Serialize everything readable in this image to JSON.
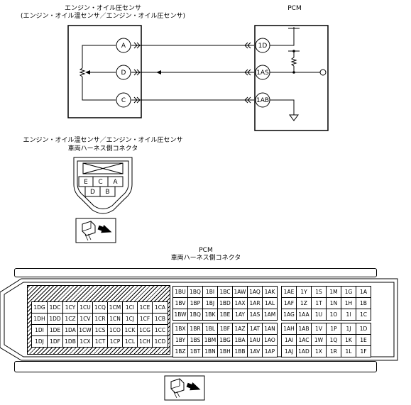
{
  "sensor": {
    "title_line1": "エンジン・オイル圧センサ",
    "title_line2": "(エンジン・オイル温センサ／エンジン・オイル圧センサ)",
    "pins": [
      "A",
      "D",
      "C"
    ]
  },
  "pcm": {
    "title": "PCM",
    "pins": [
      "1D",
      "1AS",
      "1AB"
    ]
  },
  "sensor_connector": {
    "caption_line1": "エンジン・オイル温センサ／エンジン・オイル圧センサ",
    "caption_line2": "車両ハーネス側コネクタ",
    "top_row": [
      "E",
      "C",
      "A"
    ],
    "bottom_row": [
      "D",
      "B"
    ]
  },
  "pcm_connector": {
    "caption_line1": "PCM",
    "caption_line2": "車両ハーネス側コネクタ",
    "left_block": [
      [
        "1DG",
        "1DC",
        "1CY",
        "1CU",
        "1CQ",
        "1CM",
        "1CI",
        "1CE",
        "1CA"
      ],
      [
        "1DH",
        "1DD",
        "1CZ",
        "1CV",
        "1CR",
        "1CN",
        "1CJ",
        "1CF",
        "1CB"
      ],
      [
        "1DI",
        "1DE",
        "1DA",
        "1CW",
        "1CS",
        "1CO",
        "1CK",
        "1CG",
        "1CC"
      ],
      [
        "1DJ",
        "1DF",
        "1DB",
        "1CX",
        "1CT",
        "1CP",
        "1CL",
        "1CH",
        "1CD"
      ]
    ],
    "middle_block_top": [
      [
        "1BU",
        "1BQ",
        "1BI",
        "1BC",
        "1AW",
        "1AQ",
        "1AK"
      ],
      [
        "1BV",
        "1BP",
        "1BJ",
        "1BD",
        "1AX",
        "1AR",
        "1AL"
      ],
      [
        "1BW",
        "1BQ",
        "1BK",
        "1BE",
        "1AY",
        "1AS",
        "1AM"
      ]
    ],
    "middle_block_bottom": [
      [
        "1BX",
        "1BR",
        "1BL",
        "1BF",
        "1AZ",
        "1AT",
        "1AN"
      ],
      [
        "1BY",
        "1BS",
        "1BM",
        "1BG",
        "1BA",
        "1AU",
        "1AO"
      ],
      [
        "1BZ",
        "1BT",
        "1BN",
        "1BH",
        "1BB",
        "1AV",
        "1AP"
      ]
    ],
    "right_block_top": [
      [
        "1AE",
        "1Y",
        "1S",
        "1M",
        "1G",
        "1A"
      ],
      [
        "1AF",
        "1Z",
        "1T",
        "1N",
        "1H",
        "1B"
      ],
      [
        "1AG",
        "1AA",
        "1U",
        "1O",
        "1I",
        "1C"
      ]
    ],
    "right_block_bottom": [
      [
        "1AH",
        "1AB",
        "1V",
        "1P",
        "1J",
        "1D"
      ],
      [
        "1AI",
        "1AC",
        "1W",
        "1Q",
        "1K",
        "1E"
      ],
      [
        "1AJ",
        "1AD",
        "1X",
        "1R",
        "1L",
        "1F"
      ]
    ]
  },
  "icons": [
    "connector-view-arrow-icon",
    "connector-view-arrow-icon"
  ]
}
